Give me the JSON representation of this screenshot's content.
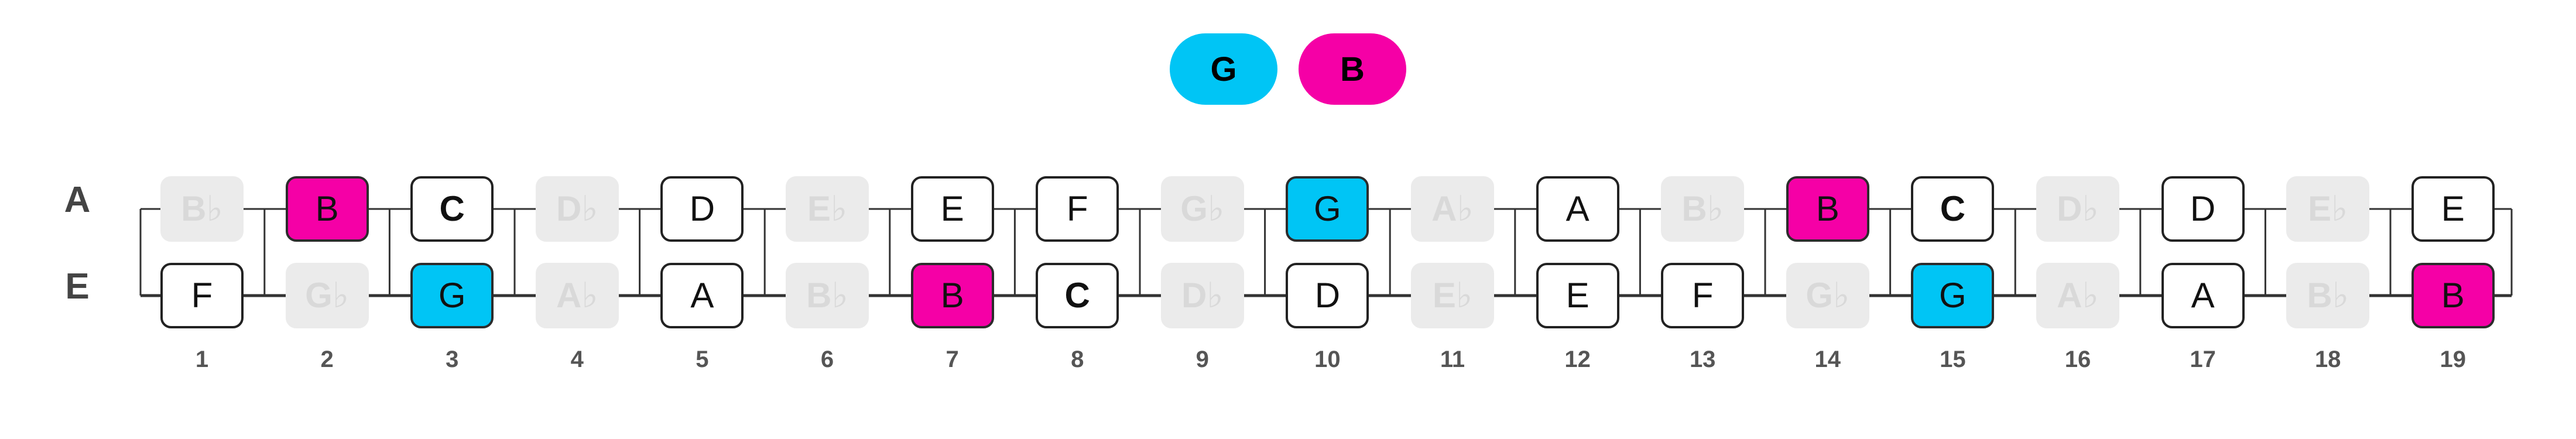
{
  "legend": [
    {
      "label": "G",
      "color": "#00c5f5"
    },
    {
      "label": "B",
      "color": "#f500a6"
    }
  ],
  "strings": [
    {
      "name": "A",
      "notes": [
        "B♭",
        "B",
        "C",
        "D♭",
        "D",
        "E♭",
        "E",
        "F",
        "G♭",
        "G",
        "A♭",
        "A",
        "B♭",
        "B",
        "C",
        "D♭",
        "D",
        "E♭",
        "E"
      ],
      "styles": [
        "ghost",
        "hl-b",
        "bold-natural",
        "ghost",
        "natural",
        "ghost",
        "natural",
        "natural",
        "ghost",
        "hl-g",
        "ghost",
        "natural",
        "ghost",
        "hl-b",
        "bold-natural",
        "ghost",
        "natural",
        "ghost",
        "natural"
      ]
    },
    {
      "name": "E",
      "notes": [
        "F",
        "G♭",
        "G",
        "A♭",
        "A",
        "B♭",
        "B",
        "C",
        "D♭",
        "D",
        "E♭",
        "E",
        "F",
        "G♭",
        "G",
        "A♭",
        "A",
        "B♭",
        "B"
      ],
      "styles": [
        "natural",
        "ghost",
        "hl-g",
        "ghost",
        "natural",
        "ghost",
        "hl-b",
        "bold-natural",
        "ghost",
        "natural",
        "ghost",
        "natural",
        "natural",
        "ghost",
        "hl-g",
        "ghost",
        "natural",
        "ghost",
        "hl-b"
      ]
    }
  ],
  "fret_numbers": [
    "1",
    "2",
    "3",
    "4",
    "5",
    "6",
    "7",
    "8",
    "9",
    "10",
    "11",
    "12",
    "13",
    "14",
    "15",
    "16",
    "17",
    "18",
    "19"
  ],
  "colors": {
    "highlight_g": "#00c5f5",
    "highlight_b": "#f500a6",
    "ghost": "#ebebeb",
    "line": "#333333"
  }
}
